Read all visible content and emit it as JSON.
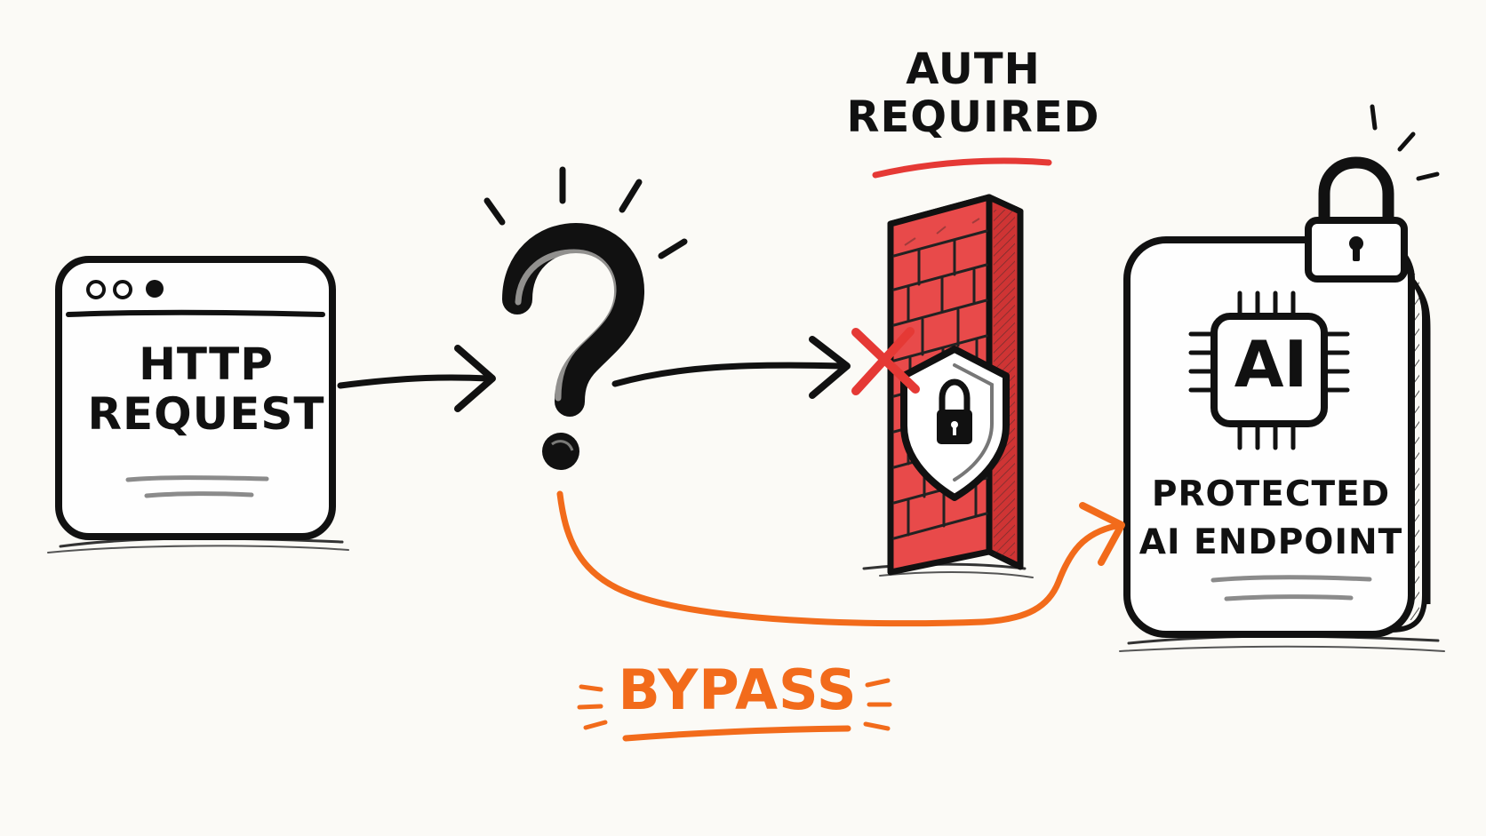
{
  "labels": {
    "http_request": "HTTP\nREQUEST",
    "auth_required": "AUTH\nREQUIRED",
    "ai_chip": "AI",
    "protected_endpoint": "PROTECTED\nAI ENDPOINT",
    "bypass": "BYPASS"
  },
  "icons": {
    "browser": "browser-window-icon",
    "question": "question-mark-icon",
    "wall": "brick-firewall-icon",
    "shield": "shield-lock-icon",
    "blocked": "red-x-icon",
    "padlock": "padlock-icon",
    "chip": "ai-chip-icon"
  },
  "colors": {
    "background": "#fbfaf6",
    "ink": "#111111",
    "brick": "#e84a4a",
    "brick_dark": "#c93535",
    "alert_red": "#e53935",
    "bypass_orange": "#f26b1b",
    "muted_line": "#8b8b8b"
  }
}
